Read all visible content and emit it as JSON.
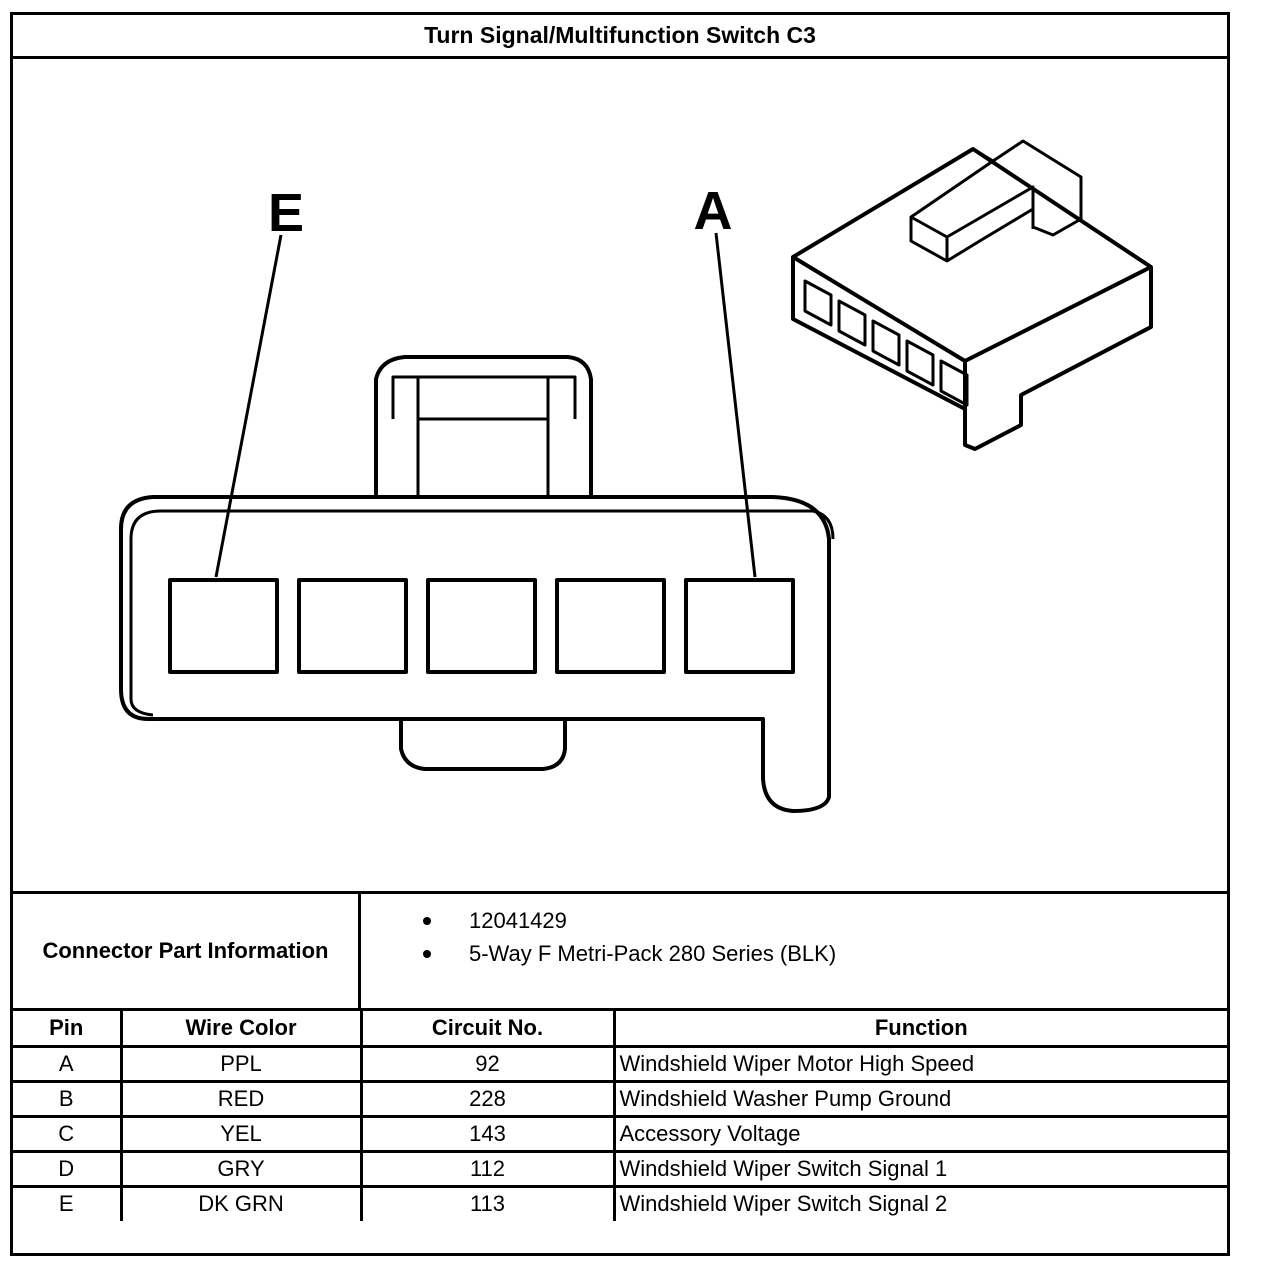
{
  "title": "Turn Signal/Multifunction Switch C3",
  "diagram": {
    "label_left": "E",
    "label_right": "A"
  },
  "connector_info": {
    "label": "Connector Part Information",
    "items": [
      "12041429",
      "5-Way F Metri-Pack 280 Series (BLK)"
    ]
  },
  "table": {
    "headers": [
      "Pin",
      "Wire Color",
      "Circuit No.",
      "Function"
    ],
    "rows": [
      [
        "A",
        "PPL",
        "92",
        "Windshield Wiper Motor High Speed"
      ],
      [
        "B",
        "RED",
        "228",
        "Windshield Washer Pump Ground"
      ],
      [
        "C",
        "YEL",
        "143",
        "Accessory Voltage"
      ],
      [
        "D",
        "GRY",
        "112",
        "Windshield Wiper Switch Signal 1"
      ],
      [
        "E",
        "DK GRN",
        "113",
        "Windshield Wiper Switch Signal 2"
      ]
    ]
  }
}
